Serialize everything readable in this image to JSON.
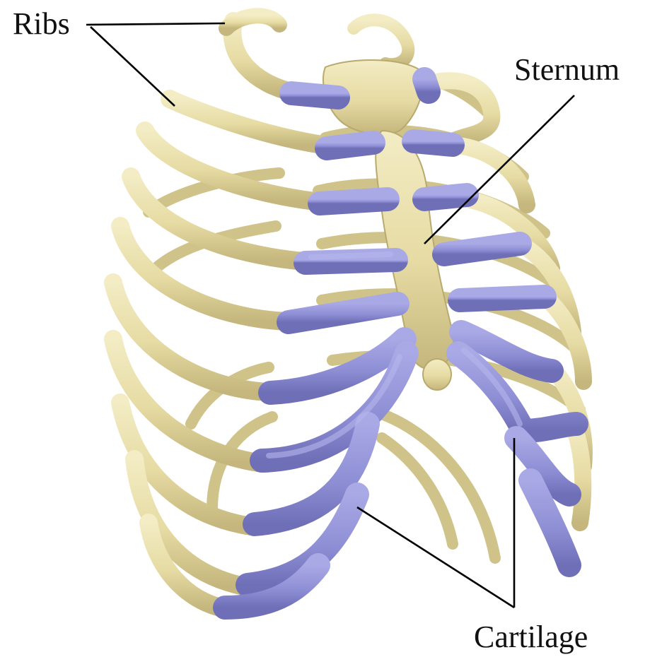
{
  "labels": {
    "ribs": "Ribs",
    "sternum": "Sternum",
    "cartilage": "Cartilage"
  },
  "colors": {
    "background": "#ffffff",
    "bone": "#e9dfa9",
    "bone_shadow": "#b9ab72",
    "cartilage": "#8f8fd6",
    "cartilage_shadow": "#6b6bb4",
    "label_text": "#111111",
    "leader_line": "#000000"
  }
}
